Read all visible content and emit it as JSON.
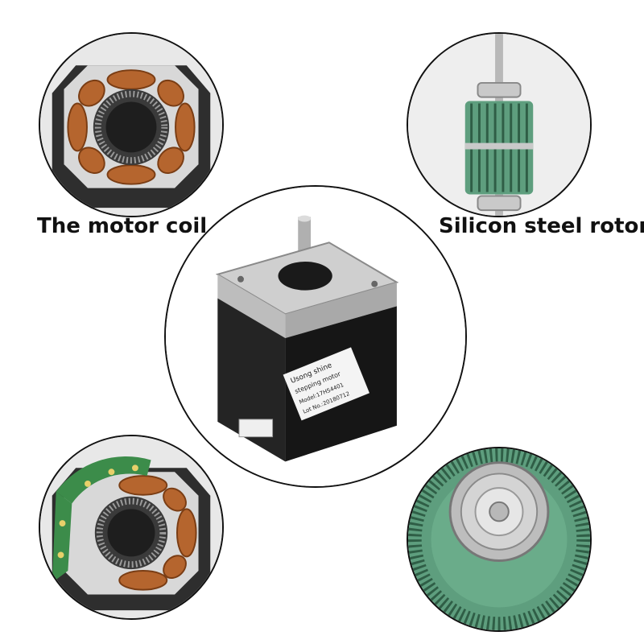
{
  "labels": {
    "coil": "The motor coil",
    "rotor": "Silicon steel rotor"
  },
  "motor": {
    "label_lines": [
      "Usong shine",
      "stepping motor",
      "Model:17HS4401",
      "Lot No.:20180712"
    ]
  },
  "colors": {
    "copper": "#c8783c",
    "rotor_green": "#5e9e7e",
    "motor_black": "#1c1c1c",
    "plate_silver": "#c9c9c9",
    "pcb_green": "#3c8c4a"
  }
}
